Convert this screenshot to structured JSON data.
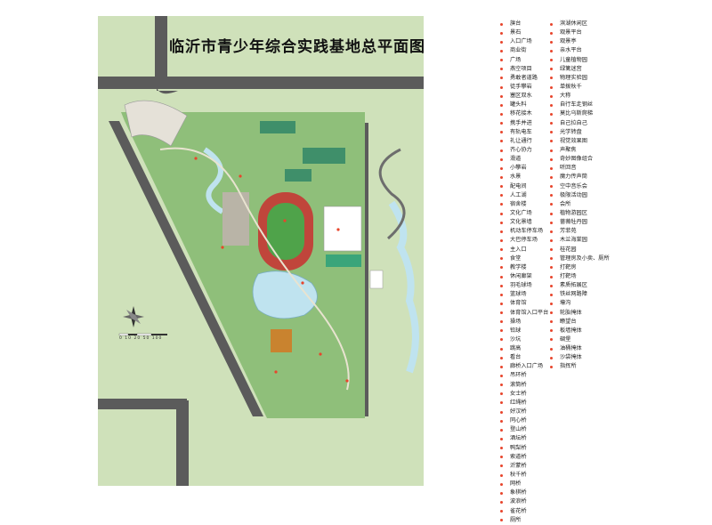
{
  "title": "临沂市青少年综合实践基地总平面图",
  "colors": {
    "legend_dot": "#e8452c",
    "water": "#bfe3ef",
    "grass": "#a7c79a",
    "road": "#5b5b5b",
    "track": "#c0453b"
  },
  "scale_bar": {
    "label": "0 10 20   50        100"
  },
  "legend_left": [
    "旗台",
    "景石",
    "入口广场",
    "商业街",
    "广场",
    "燕空项目",
    "勇敢者道路",
    "徒手攀岩",
    "塞区双水",
    "罐头料",
    "移花接木",
    "携手并进",
    "有轨电车",
    "礼让通行",
    "齐心协力",
    "滑道",
    "小攀岩",
    "水景",
    "配电间",
    "人工湖",
    "宿舍楼",
    "文化广场",
    "文化景墙",
    "机动车停车场",
    "大巴停车场",
    "主入口",
    "食堂",
    "教学楼",
    "休闲廊架",
    "羽毛球场",
    "篮球场",
    "体育馆",
    "体育馆入口平台",
    "操场",
    "铅球",
    "沙坑",
    "跳高",
    "看台",
    "廊桥入口广场",
    "吊环桥",
    "滚筒桥",
    "女士桥",
    "红绳桥",
    "好汉桥",
    "同心桥",
    "登山桥",
    "酒坛桥",
    "鸭梨桥",
    "索道桥",
    "沂蒙桥",
    "秋千桥",
    "网桥",
    "象棋桥",
    "波浪桥",
    "雀花桥",
    "厕所"
  ],
  "legend_right": [
    "滨湖休闲区",
    "观景平台",
    "观景亭",
    "亲水平台",
    "儿童植物园",
    "绿篱迷宫",
    "物理实验园",
    "单拨秋千",
    "大称",
    "自行车走钢丝",
    "莫比乌斯爬梯",
    "自己拉自己",
    "光学转盘",
    "视觉效果图",
    "声聚焦",
    "奇妙图像组合",
    "听回音",
    "魔力传声筒",
    "空中音乐会",
    "极限活动园",
    "会所",
    "植物游园区",
    "蔷薇牡丹园",
    "芳菲苑",
    "木兰海棠园",
    "桂花园",
    "管理房及小卖、厕所",
    "打靶房",
    "打靶场",
    "素质拓展区",
    "铁丝网路障",
    "壕沟",
    "轮胎掩体",
    "瞭望台",
    "板墙掩体",
    "碉堡",
    "油桶掩体",
    "沙袋掩体",
    "指挥所"
  ]
}
